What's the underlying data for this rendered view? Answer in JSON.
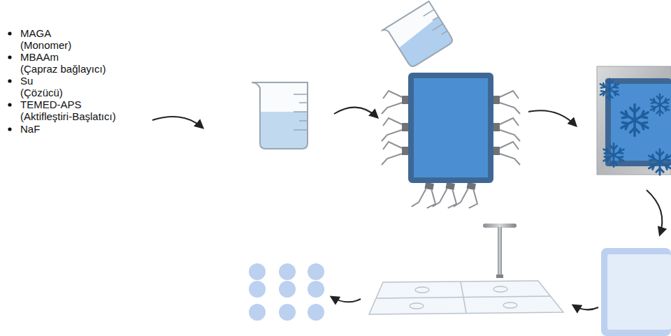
{
  "diagram": {
    "labels": [
      "MAGA",
      "(Monomer)",
      "MBAAm",
      "(Çapraz bağlayıcı)",
      "Su",
      "(Çözücü)",
      "TEMED-APS",
      "(Aktifleştiri-Başlatıcı)",
      "NaF"
    ]
  }
}
